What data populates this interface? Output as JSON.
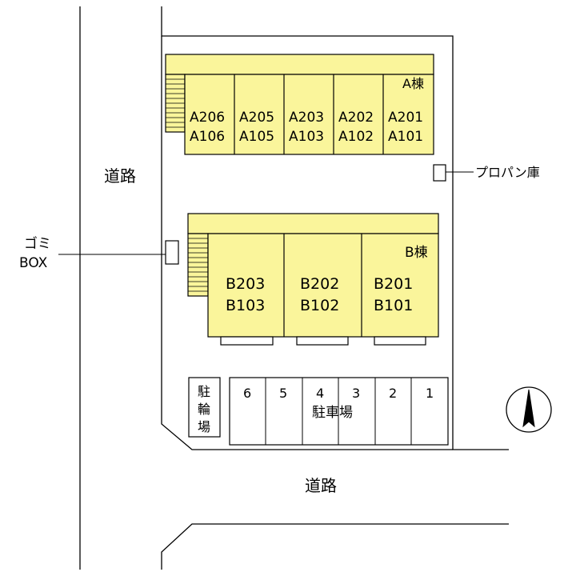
{
  "road_left": "道路",
  "road_bottom": "道路",
  "garbage_box": {
    "line1": "ゴミ",
    "line2": "BOX"
  },
  "propane": "プロパン庫",
  "building_a": {
    "name": "A棟",
    "units": [
      {
        "upper": "A206",
        "lower": "A106"
      },
      {
        "upper": "A205",
        "lower": "A105"
      },
      {
        "upper": "A203",
        "lower": "A103"
      },
      {
        "upper": "A202",
        "lower": "A102"
      },
      {
        "upper": "A201",
        "lower": "A101"
      }
    ]
  },
  "building_b": {
    "name": "B棟",
    "units": [
      {
        "upper": "B203",
        "lower": "B103"
      },
      {
        "upper": "B202",
        "lower": "B102"
      },
      {
        "upper": "B201",
        "lower": "B101"
      }
    ]
  },
  "bicycle_parking": [
    "駐",
    "輪",
    "場"
  ],
  "parking": {
    "label": "駐車場",
    "spaces": [
      "6",
      "5",
      "4",
      "3",
      "2",
      "1"
    ]
  },
  "colors": {
    "building_fill": "#FAF59B",
    "line": "#000000",
    "background": "#FFFFFF"
  }
}
